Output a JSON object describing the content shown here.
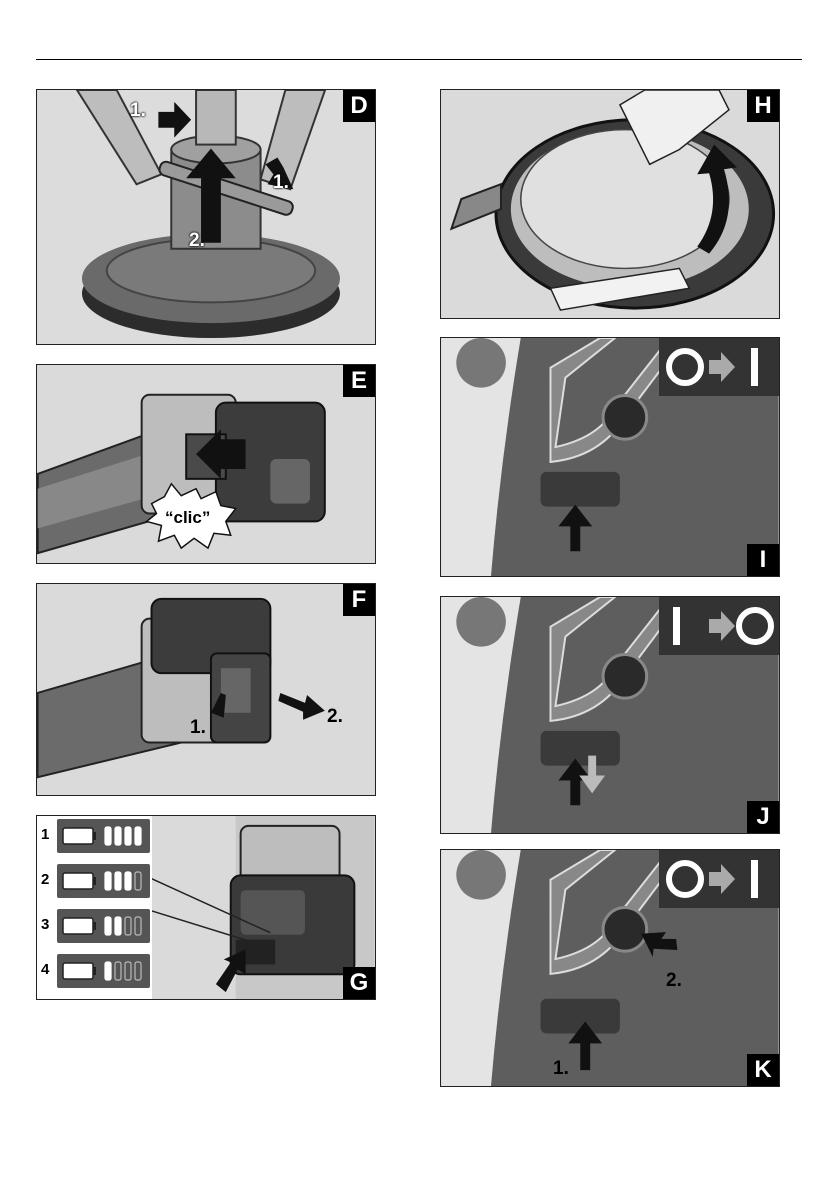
{
  "panels": {
    "D": {
      "letter": "D",
      "steps": [
        "1.",
        "1.",
        "2."
      ]
    },
    "E": {
      "letter": "E",
      "sound": "“clic”"
    },
    "F": {
      "letter": "F",
      "steps": [
        "1.",
        "2."
      ]
    },
    "G": {
      "letter": "G",
      "levels": [
        {
          "num": "1",
          "bars": 4
        },
        {
          "num": "2",
          "bars": 3
        },
        {
          "num": "3",
          "bars": 2
        },
        {
          "num": "4",
          "bars": 1
        }
      ]
    },
    "H": {
      "letter": "H"
    },
    "I": {
      "letter": "I",
      "switch": "off-to-on"
    },
    "J": {
      "letter": "J",
      "switch": "on-to-off"
    },
    "K": {
      "letter": "K",
      "switch": "off-to-on",
      "steps": [
        "1.",
        "2."
      ]
    }
  },
  "icons": [
    "arrow-up-icon",
    "arrow-right-icon",
    "switch-off-icon",
    "switch-on-icon",
    "battery-icon"
  ],
  "colors": {
    "panel_bg": "#d6d6d6",
    "dark": "#3a3a3a",
    "black": "#000000",
    "white": "#ffffff"
  }
}
